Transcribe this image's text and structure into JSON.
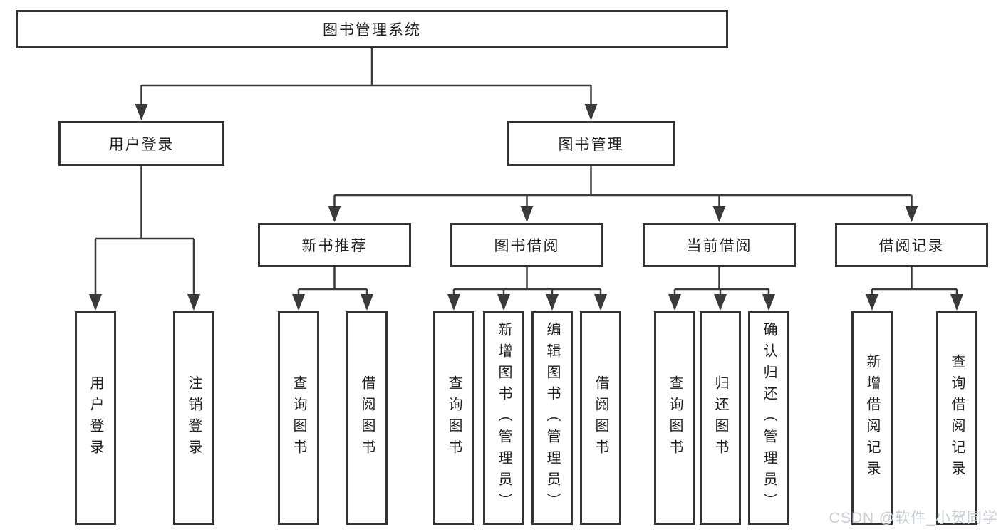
{
  "diagram": {
    "root": {
      "label": "图书管理系统"
    },
    "level2": [
      {
        "label": "用户登录",
        "children": [
          "用户登录",
          "注销登录"
        ]
      },
      {
        "label": "图书管理",
        "sections": [
          {
            "label": "新书推荐",
            "children": [
              "查询图书",
              "借阅图书"
            ]
          },
          {
            "label": "图书借阅",
            "children": [
              "查询图书",
              "新增图书（管理员）",
              "编辑图书（管理员）",
              "借阅图书"
            ]
          },
          {
            "label": "当前借阅",
            "children": [
              "查询图书",
              "归还图书",
              "确认归还（管理员）"
            ]
          },
          {
            "label": "借阅记录",
            "children": [
              "新增借阅记录",
              "查询借阅记录"
            ]
          }
        ]
      }
    ]
  },
  "watermark": {
    "text": "CSDN @软件_小贺同学",
    "color": "#c9cdd4"
  },
  "colors": {
    "line": "#3a3a3a",
    "box_border": "#333333",
    "text": "#1f1f1f",
    "background": "#ffffff"
  }
}
